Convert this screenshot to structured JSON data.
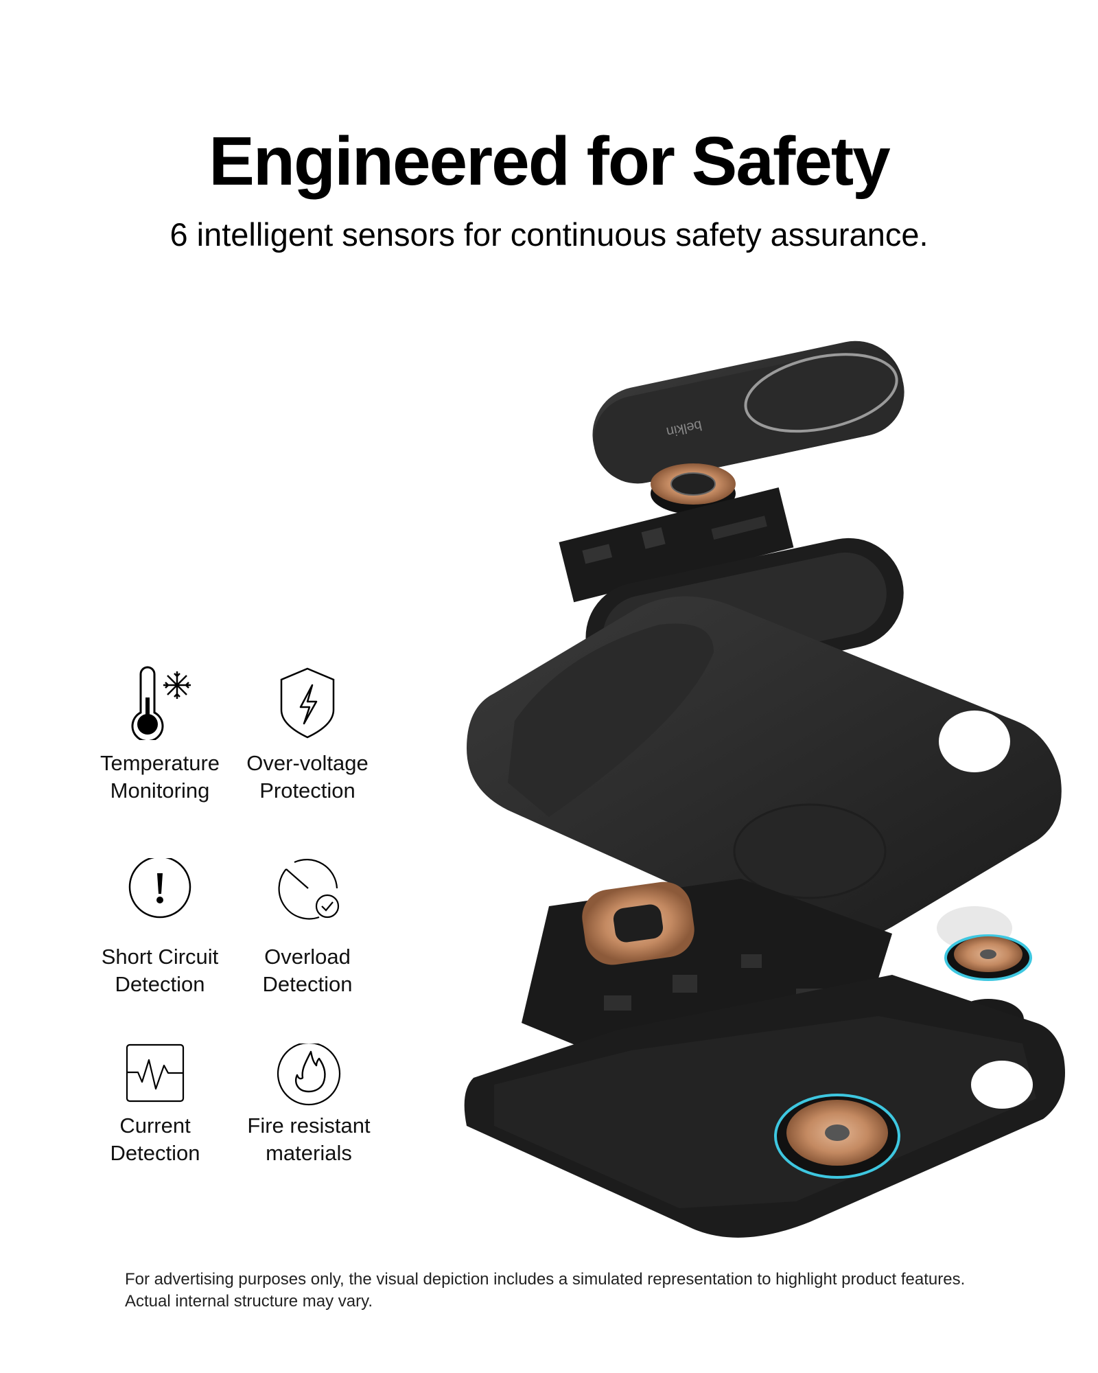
{
  "header": {
    "title": "Engineered for Safety",
    "subtitle": "6 intelligent sensors for continuous safety assurance."
  },
  "features": [
    {
      "icon": "thermometer-snowflake-icon",
      "line1": "Temperature",
      "line2": "Monitoring"
    },
    {
      "icon": "shield-lightning-icon",
      "line1": "Over-voltage",
      "line2": "Protection"
    },
    {
      "icon": "exclamation-circle-icon",
      "line1": "Short Circuit",
      "line2": "Detection"
    },
    {
      "icon": "gauge-check-icon",
      "line1": "Overload",
      "line2": "Detection"
    },
    {
      "icon": "waveform-box-icon",
      "line1": "Current",
      "line2": "Detection"
    },
    {
      "icon": "flame-circle-icon",
      "line1": "Fire resistant",
      "line2": "materials"
    }
  ],
  "product": {
    "brand_logo": "belkin",
    "colors": {
      "plastic": "#262626",
      "copper": "#c99470",
      "glow": "#3ec7e0",
      "pcb": "#1a1a1a"
    }
  },
  "footer": {
    "disclaimer": "For advertising purposes only, the visual depiction includes a simulated representation to highlight product features. Actual internal structure may vary."
  }
}
